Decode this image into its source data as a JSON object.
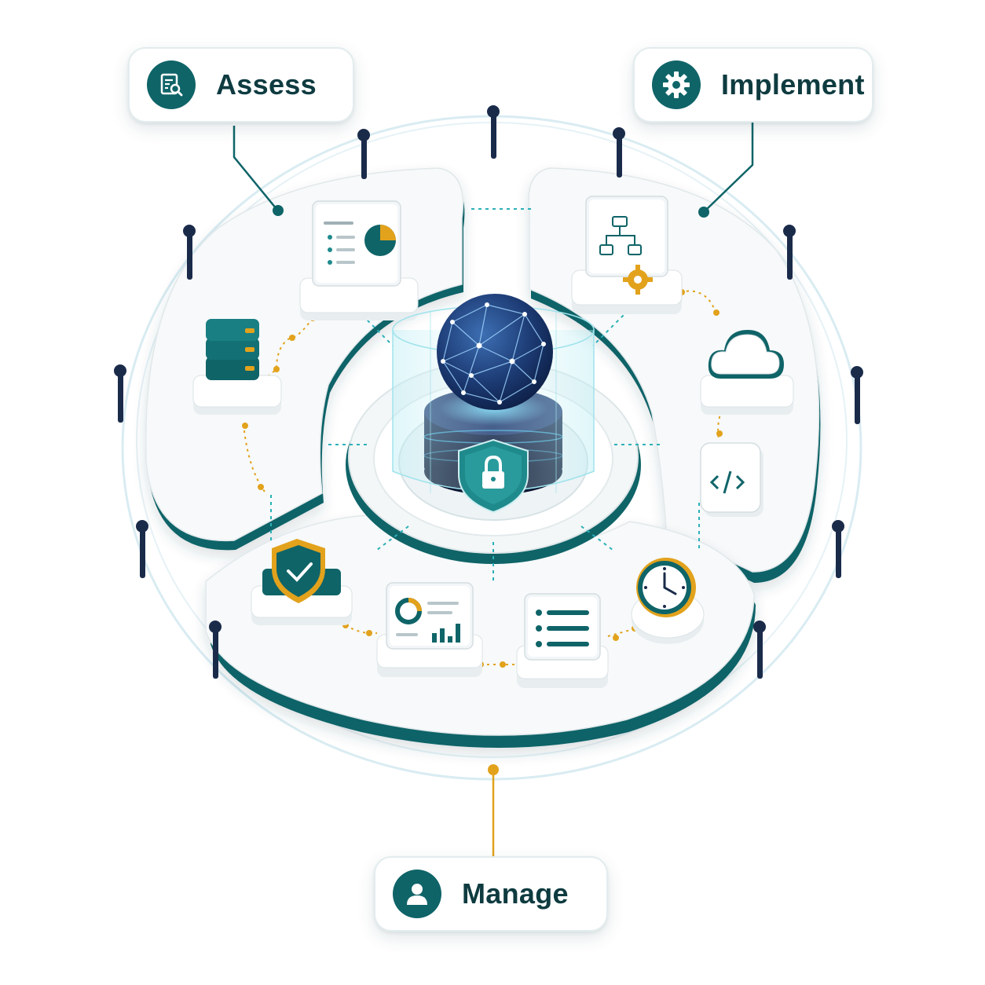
{
  "phases": [
    {
      "id": "assess",
      "label": "Assess",
      "icon": "assessment-report-icon"
    },
    {
      "id": "implement",
      "label": "Implement",
      "icon": "gear-icon"
    },
    {
      "id": "manage",
      "label": "Manage",
      "icon": "user-icon"
    }
  ],
  "colors": {
    "teal": "#0f6468",
    "teal_light": "#1f8a8c",
    "gold": "#e2a21c",
    "navy": "#1a2b4a",
    "platform": "#f7f9fa"
  },
  "center": {
    "icon": "globe-network-icon",
    "badge": "shield-lock-icon"
  },
  "assess_items": [
    "dashboard-pie-chart-icon",
    "database-icon"
  ],
  "implement_items": [
    "workflow-diagram-icon",
    "cloud-icon",
    "code-icon"
  ],
  "manage_items": [
    "shield-check-icon",
    "analytics-dashboard-icon",
    "list-document-icon",
    "clock-icon"
  ]
}
